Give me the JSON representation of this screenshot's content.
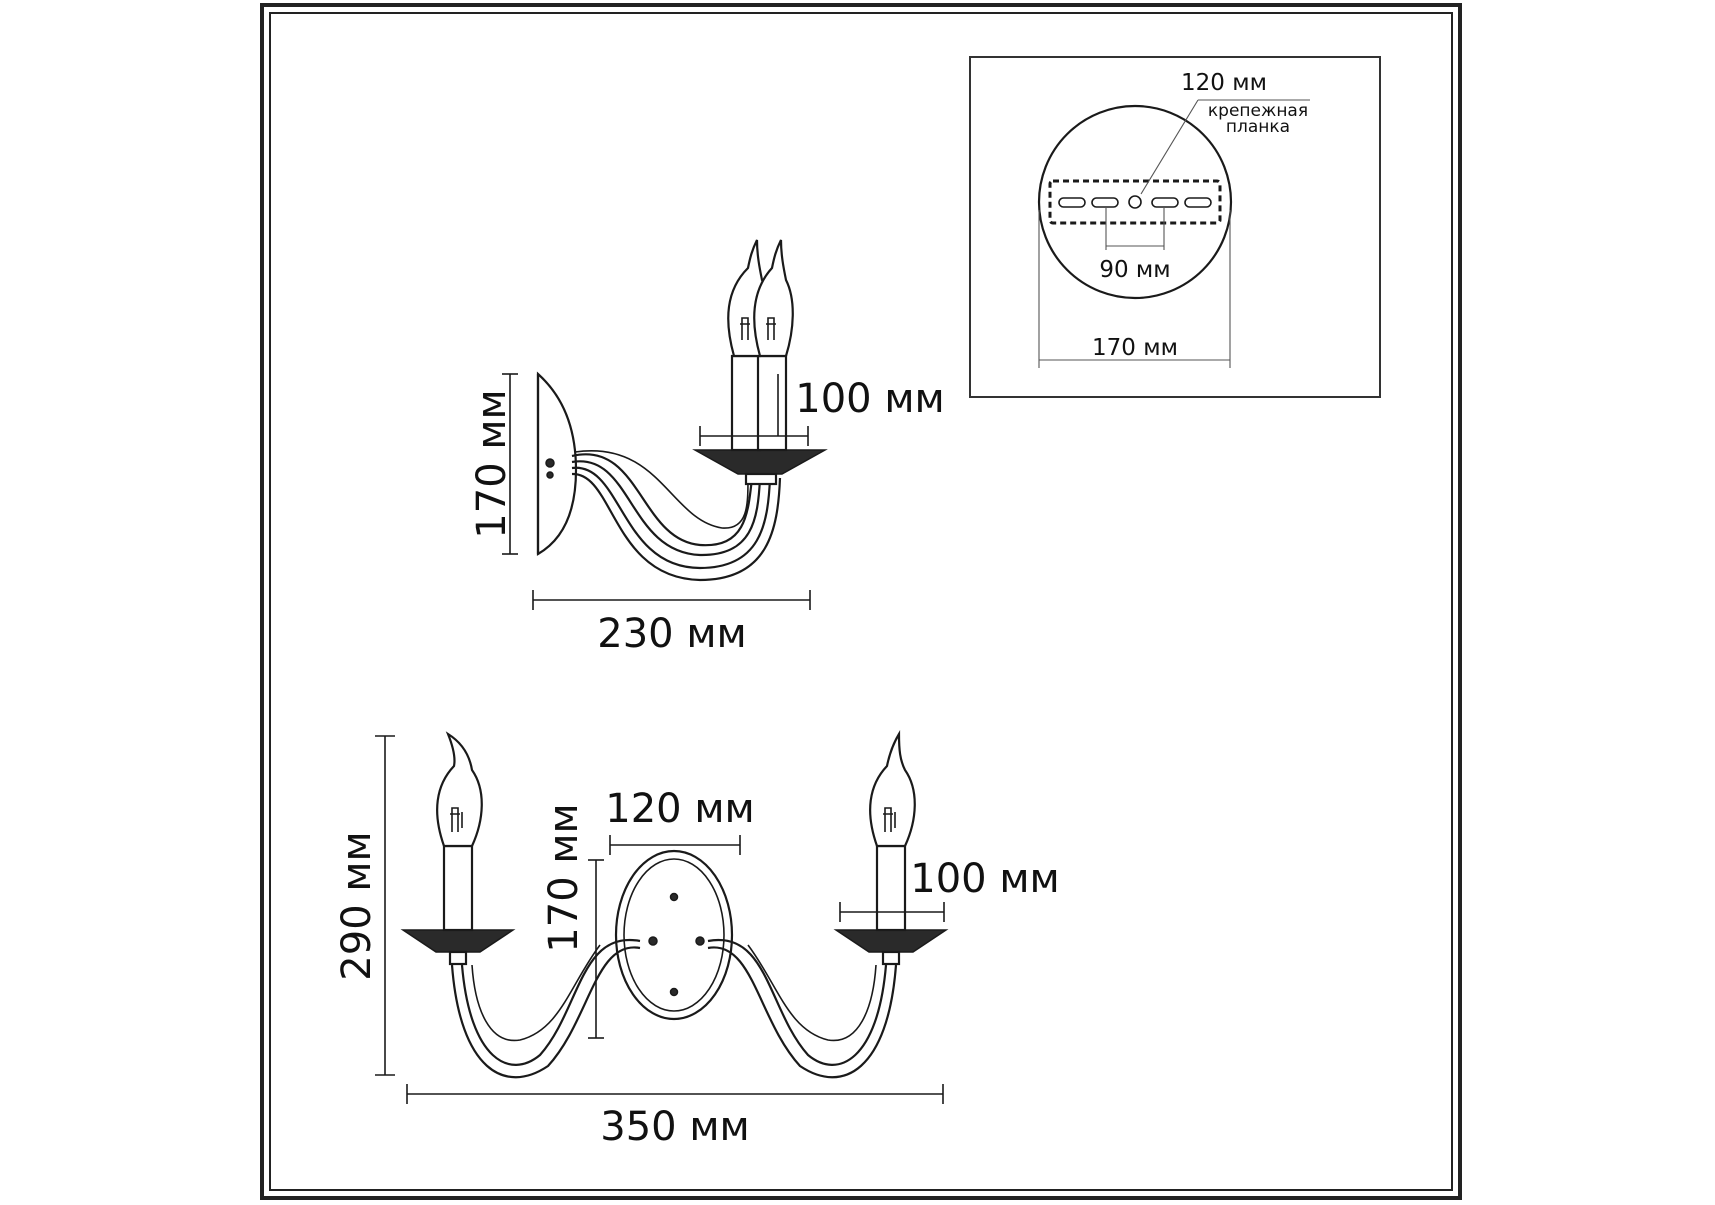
{
  "inset": {
    "width_label": "170 мм",
    "slot_spacing_label": "90 мм",
    "hole_spacing_label": "120 мм",
    "plate_note_line1": "крепежная",
    "plate_note_line2": "планка"
  },
  "side_view": {
    "height_label": "170 мм",
    "depth_label": "230 мм",
    "cup_width_label": "100 мм"
  },
  "front_view": {
    "height_label": "290 мм",
    "width_label": "350 мм",
    "plate_hole_label": "120 мм",
    "plate_height_label": "170 мм",
    "cup_width_label": "100 мм"
  }
}
